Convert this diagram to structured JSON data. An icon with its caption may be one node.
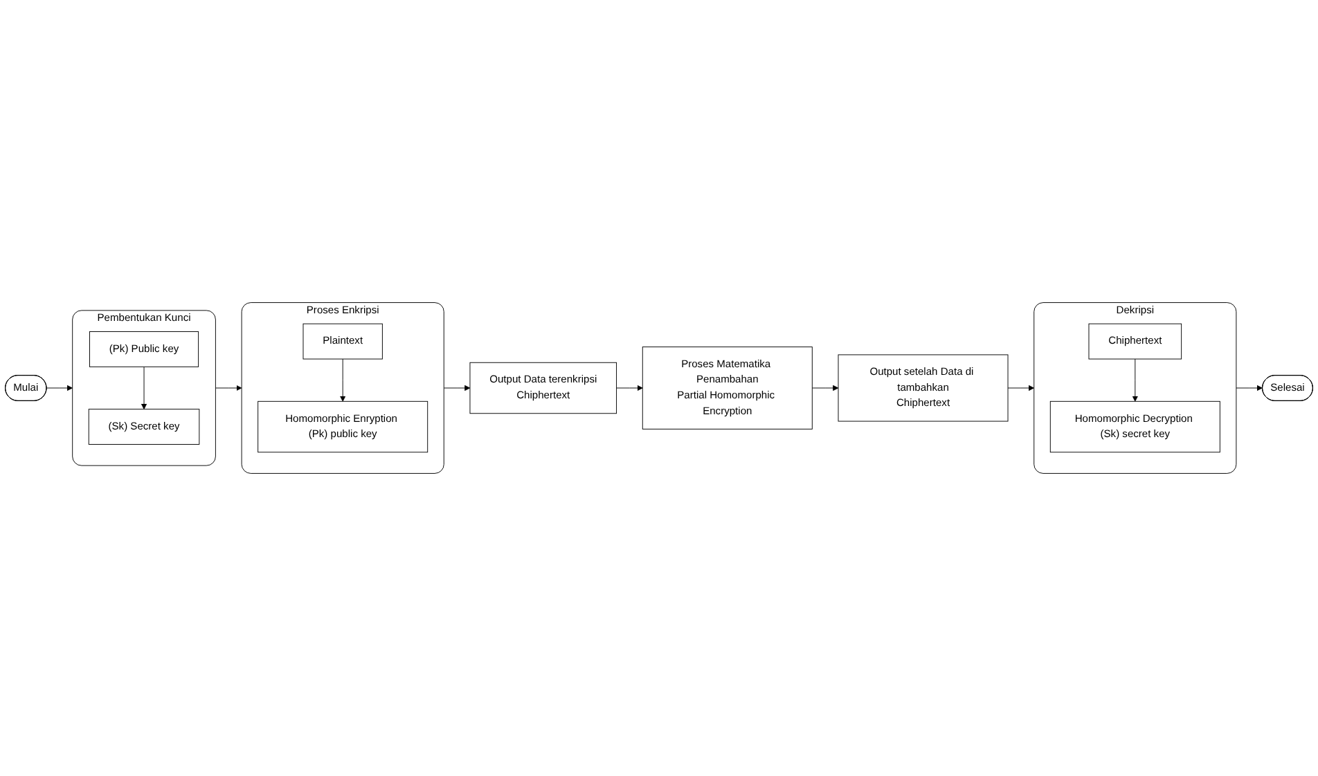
{
  "diagram": {
    "nodes": [
      {
        "text": [
          "Mulai"
        ]
      },
      {
        "text": [
          "Pembentukan Kunci"
        ]
      },
      {
        "text": [
          "(Pk) Public key"
        ],
        "in": 1
      },
      {
        "text": [
          "(Sk) Secret key"
        ],
        "in": 1
      },
      {
        "text": [
          "Proses Enkripsi"
        ]
      },
      {
        "text": [
          "Plaintext"
        ],
        "in": 4
      },
      {
        "text": [
          "Homomorphic Enryption (Pk) public key"
        ],
        "in": 4
      },
      {
        "text": [
          "Output Data terenkripsi",
          "Chiphertext"
        ]
      },
      {
        "text": [
          "Proses Matematika Penambahan",
          "Partial Homomorphic Encryption"
        ]
      },
      {
        "text": [
          "Output setelah Data di tambahkan",
          "Chiphertext"
        ]
      },
      {
        "text": [
          "Dekripsi"
        ]
      },
      {
        "text": [
          "Chiphertext"
        ],
        "in": 10
      },
      {
        "text": [
          "Homomorphic Decryption (Sk) secret key"
        ],
        "in": 10
      },
      {
        "text": [
          "Selesai"
        ]
      }
    ],
    "edges": [
      {
        "from": 0,
        "to": 1,
        "arrow": "to"
      },
      {
        "from": 2,
        "to": 3,
        "arrow": "to"
      },
      {
        "from": 1,
        "to": 4,
        "arrow": "to"
      },
      {
        "from": 5,
        "to": 6,
        "arrow": "to"
      },
      {
        "from": 4,
        "to": 7,
        "arrow": "to"
      },
      {
        "from": 7,
        "to": 8,
        "arrow": "to"
      },
      {
        "from": 8,
        "to": 9,
        "arrow": "to"
      },
      {
        "from": 9,
        "to": 10,
        "arrow": "to"
      },
      {
        "from": 11,
        "to": 12,
        "arrow": "to"
      },
      {
        "from": 10,
        "to": 13,
        "arrow": "to"
      }
    ]
  }
}
